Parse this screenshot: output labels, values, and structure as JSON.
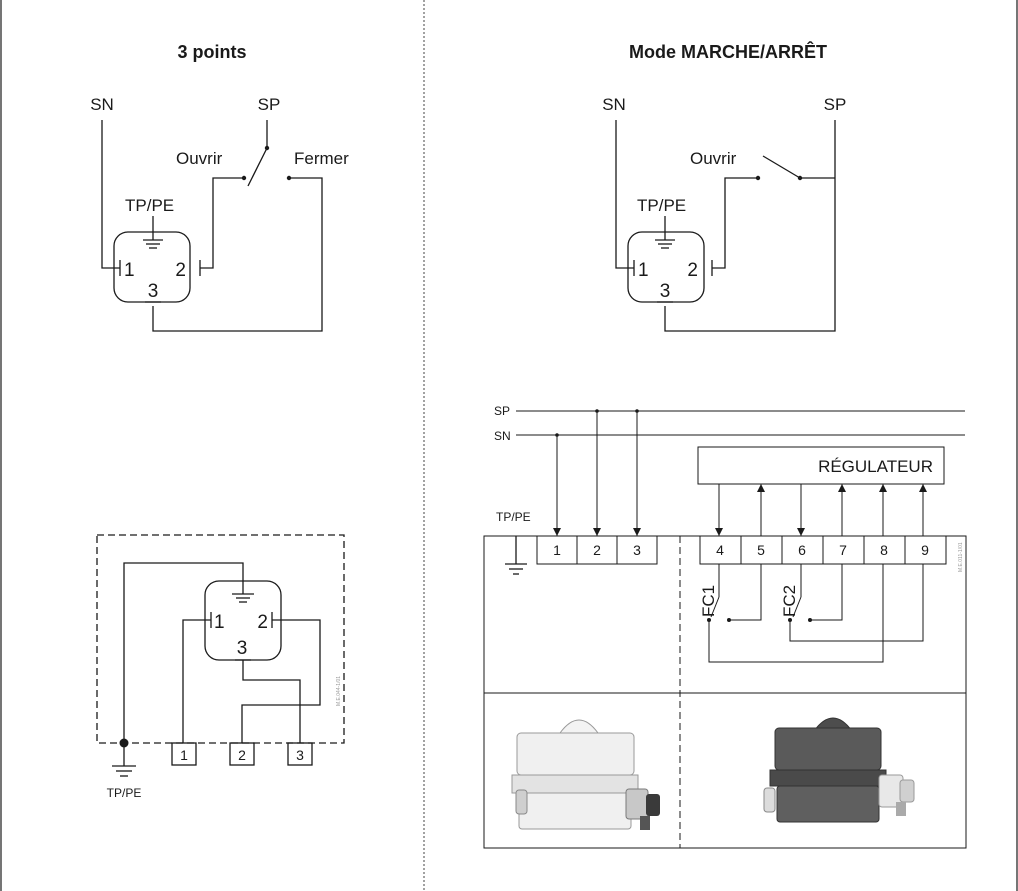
{
  "left_panel": {
    "title": "3 points",
    "sn_label": "SN",
    "sp_label": "SP",
    "open_label": "Ouvrir",
    "close_label": "Fermer",
    "earth_label": "TP/PE",
    "pins": [
      "1",
      "2",
      "3"
    ],
    "box_earth_label": "TP/PE",
    "box_terminals": [
      "1",
      "2",
      "3"
    ],
    "ref_code": "M.E.044-1/01"
  },
  "right_panel": {
    "title": "Mode MARCHE/ARRÊT",
    "sn_label": "SN",
    "sp_label": "SP",
    "open_label": "Ouvrir",
    "earth_label": "TP/PE",
    "pins": [
      "1",
      "2",
      "3"
    ]
  },
  "wiring": {
    "sp_label": "SP",
    "sn_label": "SN",
    "earth_label": "TP/PE",
    "controller_label": "RÉGULATEUR",
    "power_terminals": [
      "1",
      "2",
      "3"
    ],
    "signal_terminals": [
      "4",
      "5",
      "6",
      "7",
      "8",
      "9"
    ],
    "limit_switch_1": "FC1",
    "limit_switch_2": "FC2",
    "ref_code": "M.E.011-1/01"
  },
  "colors": {
    "line": "#1a1a1a",
    "divider": "#444444",
    "actuator_light": "#e6e6e6",
    "actuator_dark": "#595959"
  }
}
